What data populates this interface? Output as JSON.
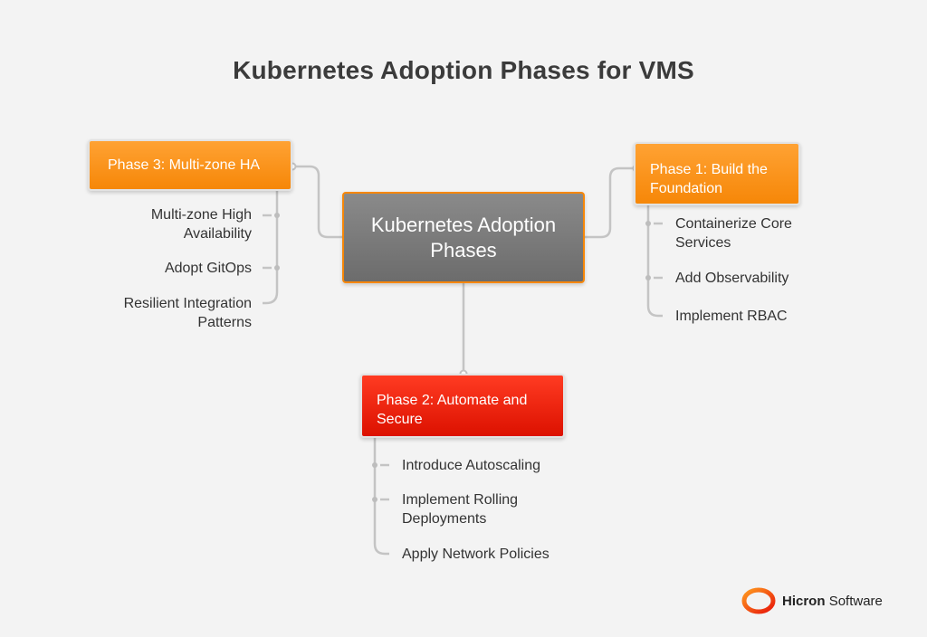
{
  "title": "Kubernetes Adoption Phases for VMS",
  "center": {
    "label": "Kubernetes Adoption Phases"
  },
  "phases": [
    {
      "label": "Phase 1: Build the Foundation",
      "items": [
        "Containerize Core Services",
        "Add Observability",
        "Implement RBAC"
      ]
    },
    {
      "label": "Phase 2: Automate and Secure",
      "items": [
        "Introduce Autoscaling",
        "Implement Rolling Deployments",
        "Apply Network Policies"
      ]
    },
    {
      "label": "Phase 3: Multi-zone HA",
      "items": [
        "Multi-zone High Availability",
        "Adopt GitOps",
        "Resilient Integration Patterns"
      ]
    }
  ],
  "logo": {
    "brand": "Hicron",
    "suffix": "Software"
  },
  "colors": {
    "phase_orange": "#f68708",
    "phase_red": "#e81400",
    "center_gray": "#7a7a7a",
    "connector": "#c4c4c4"
  }
}
